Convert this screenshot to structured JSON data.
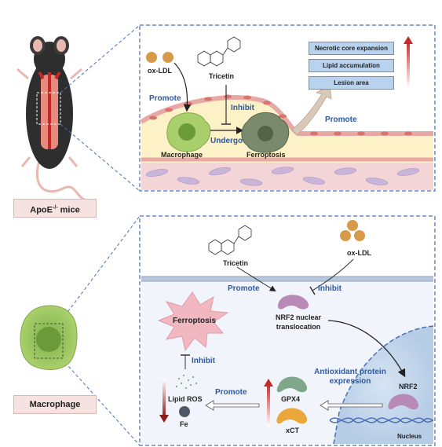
{
  "mouse_label": "ApoE",
  "mouse_label_sup": "-/-",
  "mouse_label_suffix": " mice",
  "macrophage_label": "Macrophage",
  "top_panel": {
    "oxldl": "ox-LDL",
    "tricetin": "Tricetin",
    "promote_left": "Promote",
    "inhibit": "Inhibit",
    "undergo": "Undergo",
    "macrophage": "Macrophage",
    "ferroptosis": "Ferroptosis",
    "promote_right": "Promote",
    "outcomes": [
      "Necrotic core expansion",
      "Lipid accumulation",
      "Lesion area"
    ]
  },
  "bottom_panel": {
    "tricetin": "Tricetin",
    "oxldl": "ox-LDL",
    "promote_top": "Promote",
    "inhibit_top": "Inhibit",
    "nrf2_translocation_line1": "NRF2 nuclear",
    "nrf2_translocation_line2": "translocation",
    "ferroptosis": "Ferroptosis",
    "inhibit_mid": "Inhibit",
    "antioxidant_line1": "Antioxidant protein",
    "antioxidant_line2": "expression",
    "nrf2": "NRF2",
    "gpx4": "GPX4",
    "xct": "xCT",
    "promote_bottom": "Promote",
    "lipid_ros": "Lipid ROS",
    "fe": "Fe",
    "nucleus": "Nucleus"
  },
  "colors": {
    "dash_blue": "#4a6fb5",
    "label_blue": "#2b5aa8",
    "membrane_pink": "#f1c9c6",
    "plaque_yellow": "#fdf1c8",
    "ferroptosis_pink": "#f2b8c2",
    "nucleus_blue": "#c7d9ee",
    "outcome_box": "#b9d3ef",
    "red_arrow": "#c62828",
    "ldl_orange": "#d89a4a",
    "gpx4_green": "#7fa88a",
    "xct_orange": "#e8a63b",
    "protein_purple": "#b78ab8"
  }
}
